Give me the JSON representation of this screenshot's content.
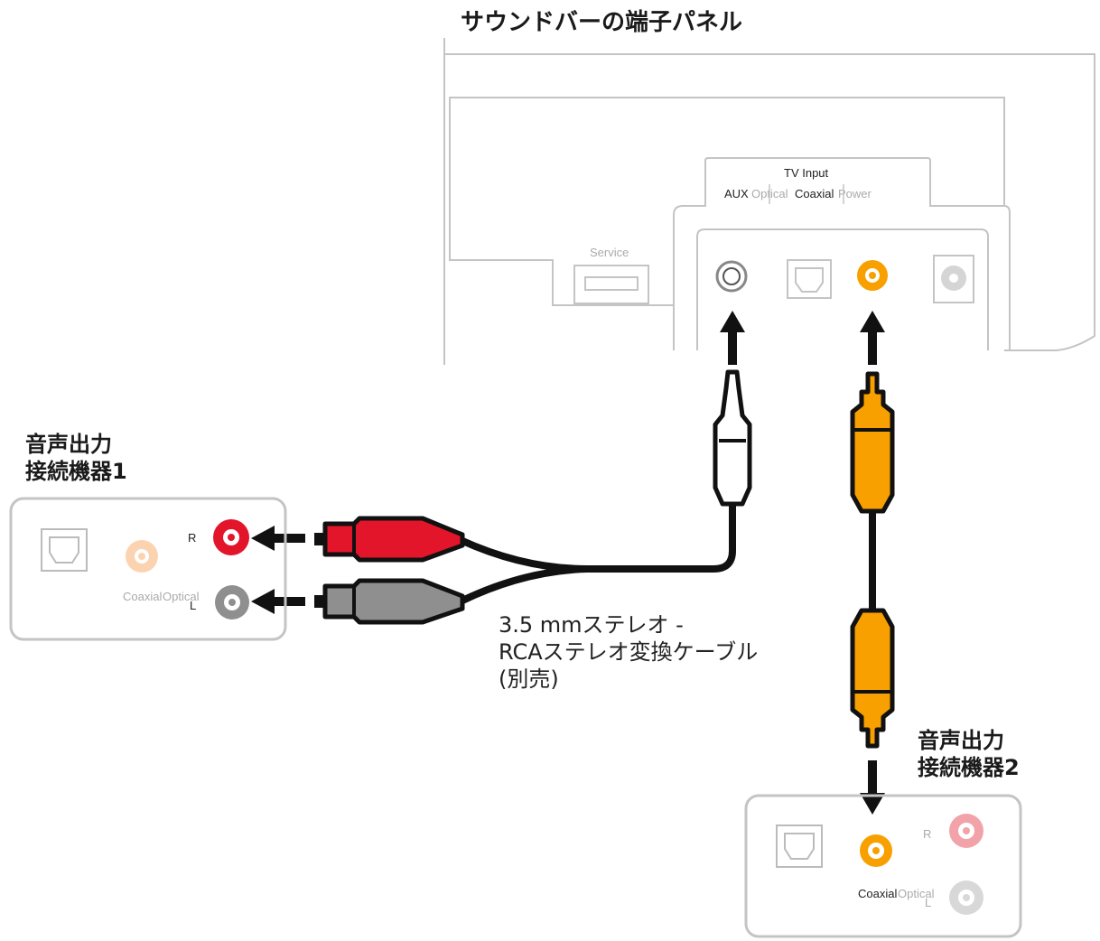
{
  "soundbar": {
    "title": "サウンドバーの端子パネル",
    "service_label": "Service",
    "tv_input_label": "TV Input",
    "port_labels": {
      "aux": "AUX",
      "optical": "Optical",
      "coaxial": "Coaxial",
      "power": "Power"
    }
  },
  "device1": {
    "title_line1": "音声出力",
    "title_line2": "接続機器1",
    "label_r": "R",
    "label_l": "L",
    "label_coaxial": "Coaxial",
    "label_optical": "Optical"
  },
  "device2": {
    "title_line1": "音声出力",
    "title_line2": "接続機器2",
    "label_r": "R",
    "label_l": "L",
    "label_coaxial": "Coaxial",
    "label_optical": "Optical"
  },
  "cable": {
    "line1": "3.5 mmステレオ -",
    "line2": "RCAステレオ変換ケーブル",
    "line3": "(別売)"
  },
  "colors": {
    "rca_red": "#e3152b",
    "rca_grey": "#8f8f8f",
    "coaxial_orange": "#f7a000",
    "outline": "#bcbcbc",
    "cable_black": "#111111"
  }
}
